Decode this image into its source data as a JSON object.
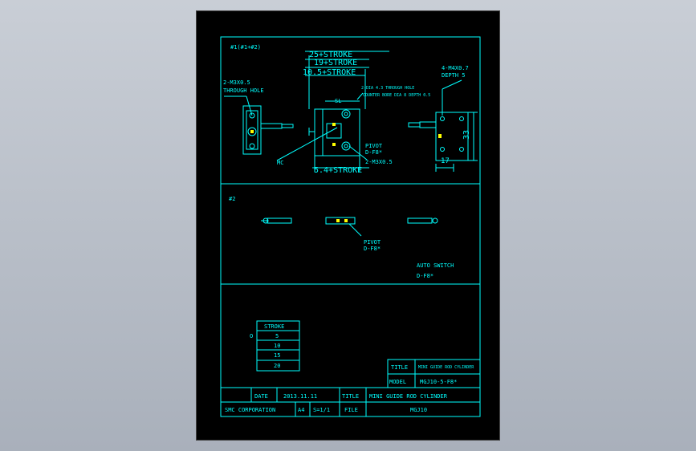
{
  "viewer": {
    "background_color": "#b8bec8",
    "canvas_color": "#000000",
    "line_color": "#00ffff",
    "accent_color": "#ffff00"
  },
  "drawing": {
    "view1": {
      "label": "#1(#1+#2)",
      "dim_top1": "25+STROKE",
      "dim_top2": "19+STROKE",
      "dim_top3": "10.5+STROKE",
      "note_left1": "2-M3X0.5",
      "note_left2": "THROUGH HOLE",
      "note_center1": "2-DIA 4.3 THROUGH HOLE",
      "note_center2": "COUNTER BORE DIA 8 DEPTH 0.5",
      "dim_sl": "SL",
      "note_right1": "4-M4X0.7",
      "note_right2": "DEPTH 5",
      "dim_33": "33",
      "dim_17": "17",
      "mc_label": "MC",
      "pivot1": "PIVOT",
      "pivot2": "D-F8*",
      "note_m3": "2-M3X0.5",
      "dim_bottom": "5.4+STROKE"
    },
    "view2": {
      "label": "#2",
      "pivot1": "PIVOT",
      "pivot2": "D-F8*",
      "auto_switch1": "AUTO SWITCH",
      "auto_switch2": "D-F8*"
    },
    "stroke_table": {
      "marker": "O",
      "header": "STROKE",
      "rows": [
        "5",
        "10",
        "15",
        "20"
      ]
    },
    "title_block": {
      "title_label": "TITLE",
      "title_value": "MINI GUIDE ROD CYLINDER",
      "model_label": "MODEL",
      "model_value": "MGJ10-5-F8*",
      "date_label": "DATE",
      "date_value": "2013.11.11",
      "title2_label": "TITLE",
      "title2_value": "MINI GUIDE ROD CYLINDER",
      "company": "SMC CORPORATION",
      "size": "A4",
      "scale": "S=1/1",
      "file_label": "FILE",
      "file_value": "MGJ10"
    }
  }
}
